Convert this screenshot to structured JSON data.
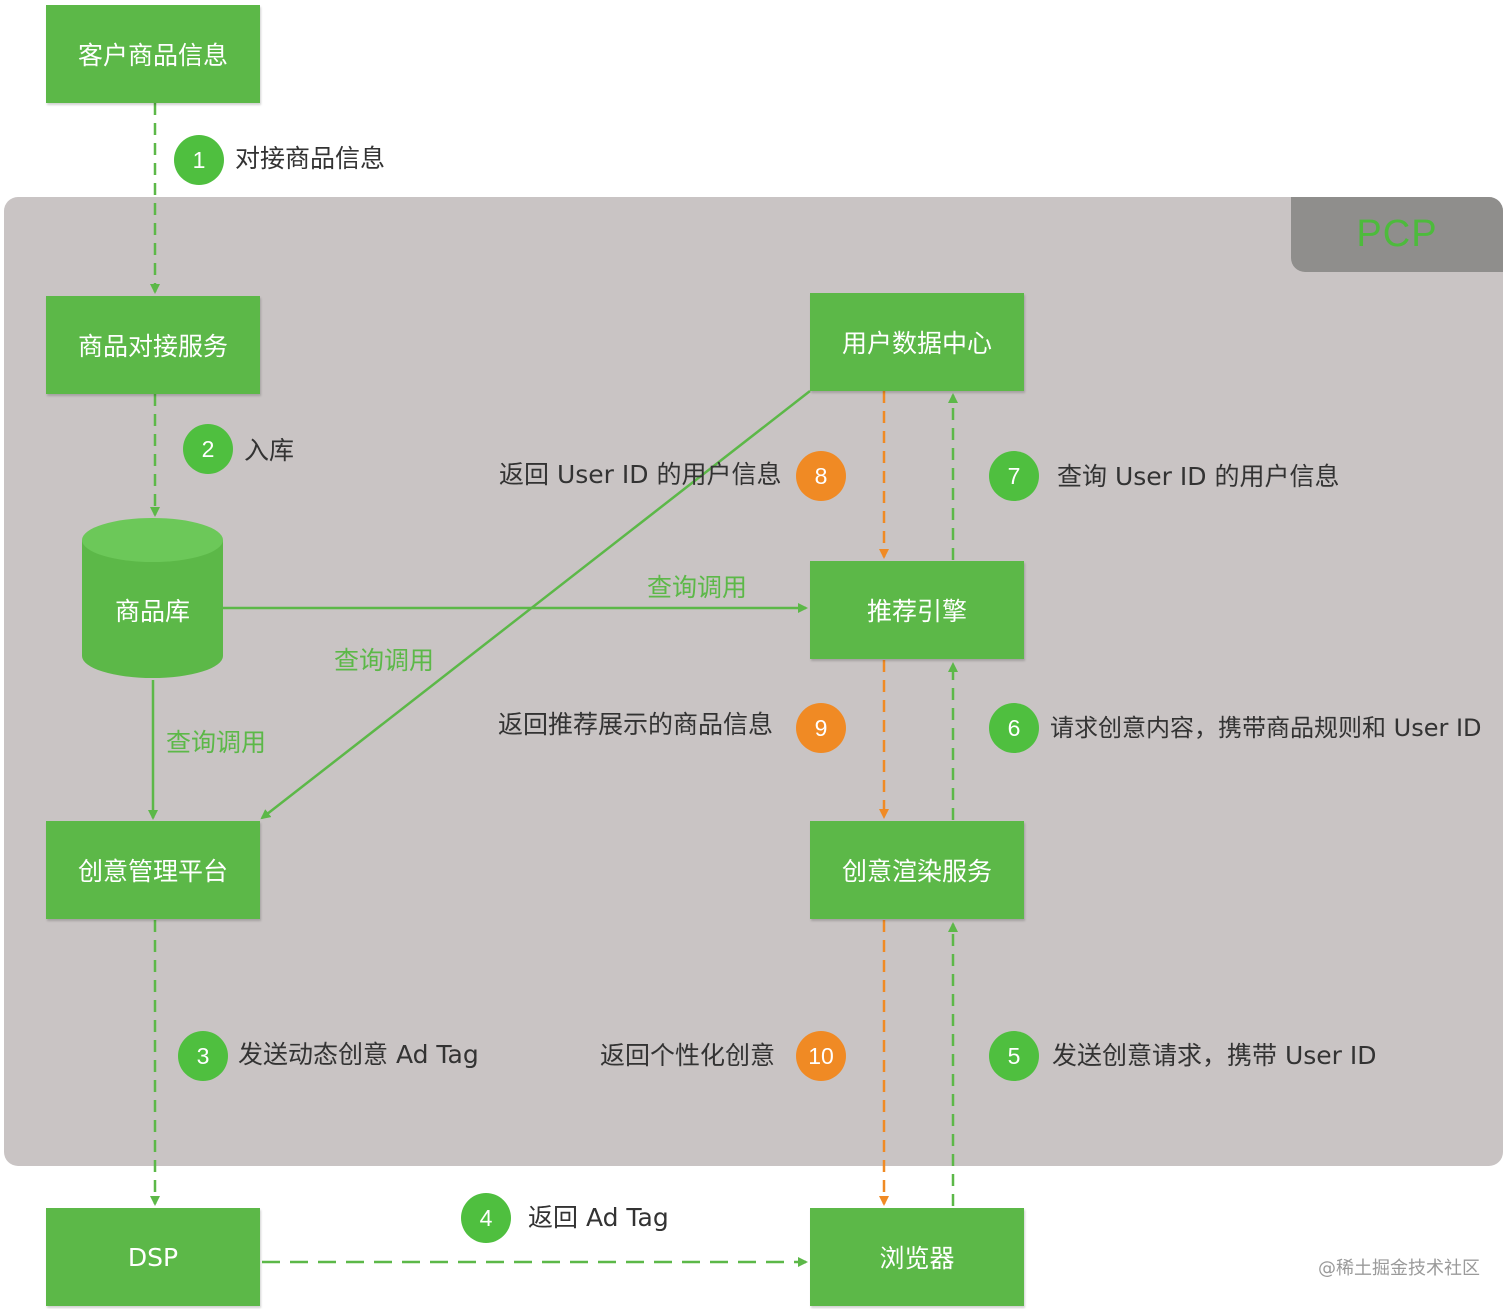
{
  "region": {
    "label": "PCP"
  },
  "nodes": {
    "customer_info": "客户商品信息",
    "product_service": "商品对接服务",
    "product_db": "商品库",
    "creative_platform": "创意管理平台",
    "dsp": "DSP",
    "user_data_center": "用户数据中心",
    "recommend_engine": "推荐引擎",
    "render_service": "创意渲染服务",
    "browser": "浏览器"
  },
  "steps": [
    {
      "num": "1",
      "text": "对接商品信息"
    },
    {
      "num": "2",
      "text": "入库"
    },
    {
      "num": "3",
      "text": "发送动态创意 Ad Tag"
    },
    {
      "num": "4",
      "text": "返回 Ad Tag"
    },
    {
      "num": "5",
      "text": "发送创意请求，携带 User ID"
    },
    {
      "num": "6",
      "text": "请求创意内容，携带商品规则和 User ID"
    },
    {
      "num": "7",
      "text": "查询 User ID 的用户信息"
    },
    {
      "num": "8",
      "text": "返回 User ID 的用户信息"
    },
    {
      "num": "9",
      "text": "返回推荐展示的商品信息"
    },
    {
      "num": "10",
      "text": "返回个性化创意"
    }
  ],
  "calls": {
    "db_to_engine": "查询调用",
    "datacenter_to_platform": "查询调用",
    "db_to_platform": "查询调用"
  },
  "colors": {
    "green": "#5cb848",
    "orange": "#f08a24",
    "region": "#c9c4c4"
  },
  "watermark": "@稀土掘金技术社区"
}
